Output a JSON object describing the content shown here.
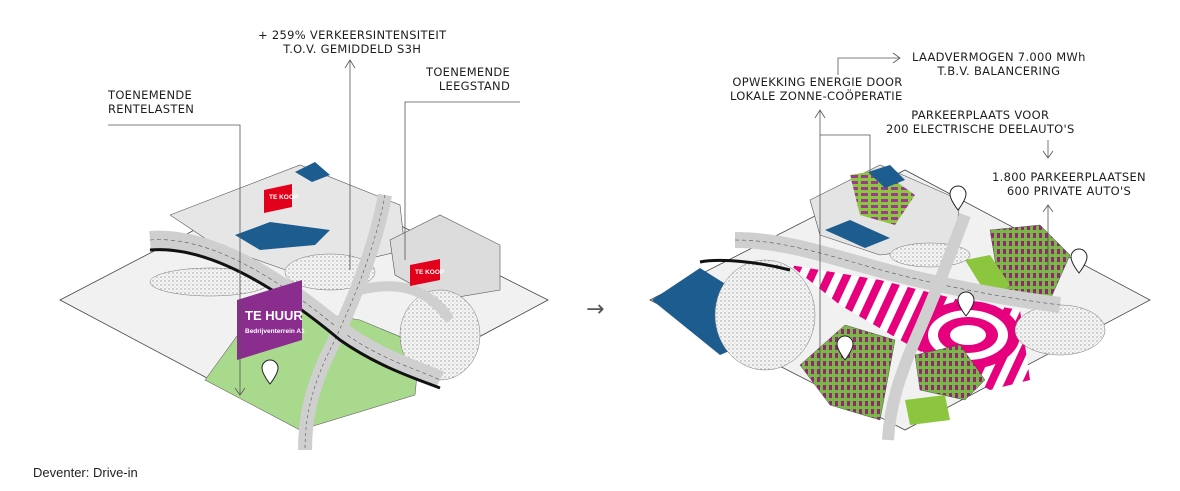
{
  "left_panel": {
    "label_traffic": [
      "+ 259% VERKEERSINTENSITEIT",
      "T.O.V. GEMIDDELD S3H"
    ],
    "label_interest": [
      "TOENEMENDE",
      "RENTELASTEN"
    ],
    "label_vacancy": [
      "TOENEMENDE",
      "LEEGSTAND"
    ],
    "sign_rent_title": "TE HUUR",
    "sign_rent_sub": "Bedrijventerrein A1",
    "sign_sale_1": "TE KOOP",
    "sign_sale_2": "TE KOOP"
  },
  "right_panel": {
    "label_energy": [
      "OPWEKKING ENERGIE DOOR",
      "LOKALE ZONNE-COÖPERATIE"
    ],
    "label_charging": [
      "LAADVERMOGEN 7.000 MWh",
      "T.B.V. BALANCERING"
    ],
    "label_ev_parking": [
      "PARKEERPLAATS VOOR",
      "200 ELECTRISCHE DEELAUTO'S"
    ],
    "label_private_parking": [
      "1.800 PARKEERPLAATSEN",
      "600 PRIVATE AUTO'S"
    ]
  },
  "transition_arrow": "→",
  "caption": "Deventer: Drive-in",
  "colors": {
    "grass": "#a9d98c",
    "green_roof": "#8cc63f",
    "water": "#1d5c8f",
    "magenta": "#e6007e",
    "sign_red": "#e3001b",
    "sign_purple": "#8b2c8f",
    "road": "#d9d9d9",
    "ground": "#eeeeee",
    "ink": "#1e1e1e"
  }
}
